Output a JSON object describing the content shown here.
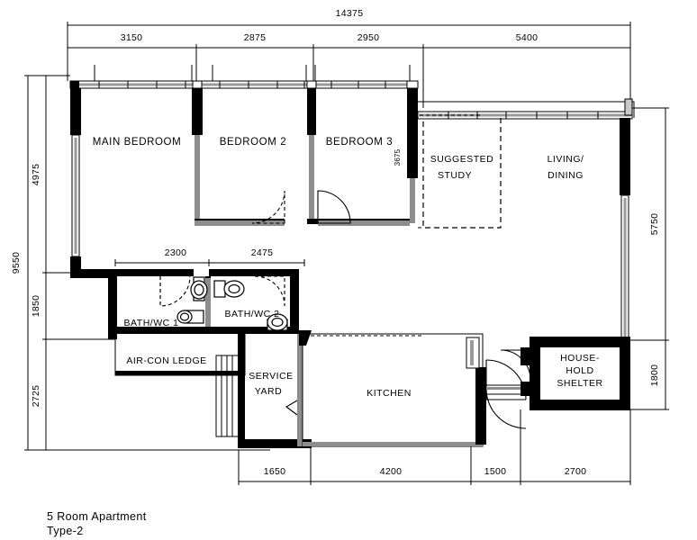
{
  "drawing": {
    "caption_line1": "5 Room  Apartment",
    "caption_line2": "Type-2",
    "background_color": "#ffffff",
    "line_color": "#000000"
  },
  "rooms": {
    "main_bedroom": "MAIN BEDROOM",
    "bedroom2": "BEDROOM 2",
    "bedroom3": "BEDROOM 3",
    "suggested_study_l1": "SUGGESTED",
    "suggested_study_l2": "STUDY",
    "living_dining_l1": "LIVING/",
    "living_dining_l2": "DINING",
    "bath_wc1": "BATH/WC 1",
    "bath_wc2": "BATH/WC 2",
    "aircon_ledge": "AIR-CON LEDGE",
    "service_yard_l1": "SERVICE",
    "service_yard_l2": "YARD",
    "kitchen": "KITCHEN",
    "household_shelter_l1": "HOUSE-",
    "household_shelter_l2": "HOLD",
    "household_shelter_l3": "SHELTER"
  },
  "dimensions": {
    "top_overall": "14375",
    "top_segments": [
      "3150",
      "2875",
      "2950",
      "5400"
    ],
    "left_overall": "9550",
    "left_segments": [
      "4975",
      "1850",
      "2725"
    ],
    "right_segments": [
      "5750",
      "1800"
    ],
    "bottom_segments": [
      "1650",
      "4200",
      "1500",
      "2700"
    ],
    "middle_segments": [
      "2300",
      "2475"
    ],
    "bedroom3_depth": "3675"
  }
}
